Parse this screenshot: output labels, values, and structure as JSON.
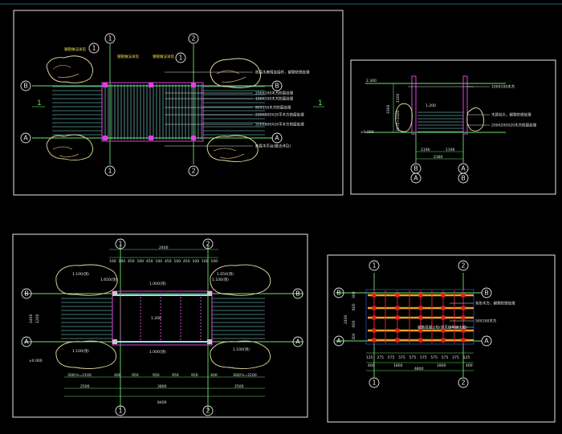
{
  "axes": {
    "one": "1",
    "two": "2",
    "A": "A",
    "B": "B"
  },
  "plan1": {
    "section_mark": "1",
    "notes": [
      "防腐木座椅连接杆，钢管防锈处理",
      "200X200木方防腐处理",
      "100X100木方防腐处理",
      "80X150木方防腐处理",
      "200X800X20平木方防腐处理",
      "200X800X20平木方防腐处理",
      "防腐木平台(做法详见)"
    ],
    "top_labels": [
      "钢管做法详见",
      "钢管做法详见",
      "钢管做法详见"
    ]
  },
  "section": {
    "left_dims": [
      "2.300",
      "±0.000"
    ],
    "vert_dims": [
      "3300",
      "1100",
      "2070~2320"
    ],
    "inner_label": "1.200",
    "bottom_dims": [
      "1190",
      "1190",
      "2380"
    ],
    "notes": [
      "100X100木方",
      "木质柱头，钢管防锈处理",
      "200X200X20木方防腐处理"
    ]
  },
  "plan2": {
    "top_dims": [
      "100",
      "100",
      "450",
      "100",
      "450",
      "100",
      "450",
      "100",
      "450",
      "100",
      "100",
      "100"
    ],
    "top_total": "2400",
    "elev_labels": [
      "1.100(顶)",
      "1.650(顶)",
      "1.000(顶)",
      "1.200",
      "1.000(顶)",
      "1.100(顶)",
      "1.650(顶)",
      "1.100(顶)",
      "1.100(顶)"
    ],
    "ground": "±0.000",
    "side_dims": [
      "2400",
      "1200"
    ],
    "bottom_dims": [
      "300/¼=2100",
      "400",
      "950",
      "950",
      "950",
      "950",
      "400",
      "300/¼=2100"
    ],
    "bottom_mid": [
      "2500",
      "3800",
      "2500"
    ],
    "bottom_total": "8400"
  },
  "plan3": {
    "side_dims": [
      "300",
      "600",
      "600",
      "300",
      "2400"
    ],
    "bottom_dims": [
      "125",
      "275",
      "575",
      "575",
      "575",
      "575",
      "575",
      "575",
      "275",
      "125"
    ],
    "sub_dims": [
      "400",
      "1800",
      "1800",
      "400"
    ],
    "total": "4800",
    "notes": [
      "条形木方，钢管防锈处理",
      "50X100木方",
      "钢筋混凝土柱(详见结构施工图)"
    ]
  }
}
